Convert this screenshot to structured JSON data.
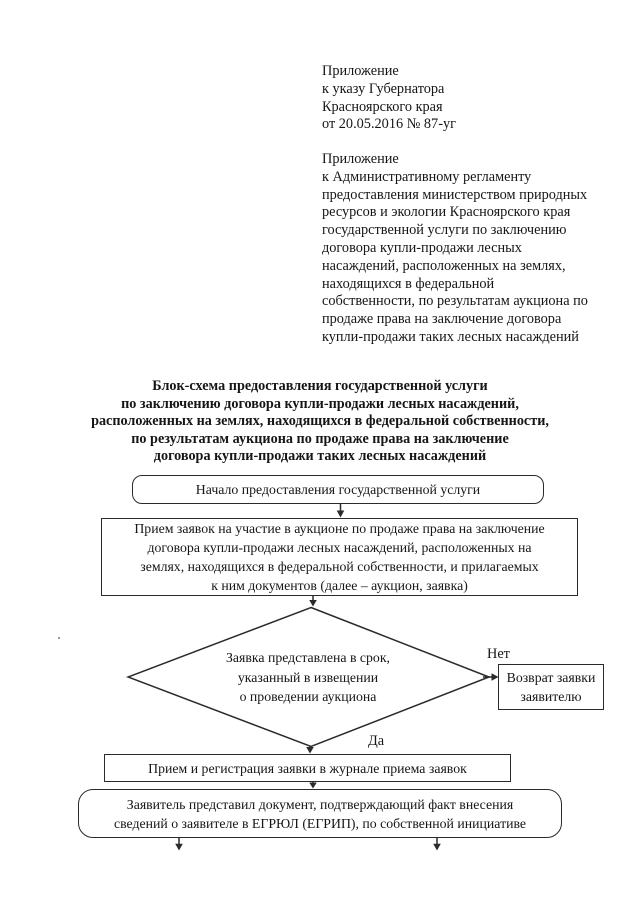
{
  "page": {
    "appendix_decree": "Приложение\nк указу Губернатора\nКрасноярского края\nот 20.05.2016 № 87-уг",
    "appendix_regulation": "Приложение\nк Административному регламенту\nпредоставления министерством природных\nресурсов и экологии Красноярского края\nгосударственной услуги по заключению\nдоговора купли-продажи лесных\nнасаждений, расположенных на землях,\nнаходящихся в федеральной\nсобственности, по результатам аукциона по\nпродаже права на заключение договора\nкупли-продажи таких лесных насаждений",
    "title": "Блок-схема предоставления государственной услуги\nпо заключению договора купли-продажи лесных насаждений,\nрасположенных на землях, находящихся в федеральной собственности,\nпо результатам аукциона по продаже права на заключение\nдоговора купли-продажи таких лесных насаждений"
  },
  "flowchart": {
    "start": "Начало предоставления государственной услуги",
    "accept_applications": "Прием заявок на участие в аукционе по продаже права на заключение\nдоговора купли-продажи лесных насаждений, расположенных на\nземлях, находящихся в федеральной собственности, и прилагаемых\nк ним документов (далее – аукцион, заявка)",
    "decision_deadline": "Заявка представлена в срок,\nуказанный в извещении\nо проведении аукциона",
    "label_no": "Нет",
    "label_yes": "Да",
    "return_application": "Возврат заявки\nзаявителю",
    "register_application": "Прием и регистрация заявки в журнале приема заявок",
    "egrul_document": "Заявитель представил документ, подтверждающий факт внесения\nсведений о заявителе в ЕГРЮЛ (ЕГРИП), по собственной инициативе"
  },
  "colors": {
    "ink": "#161616",
    "line": "#2b2b2b",
    "paper": "#ffffff"
  }
}
